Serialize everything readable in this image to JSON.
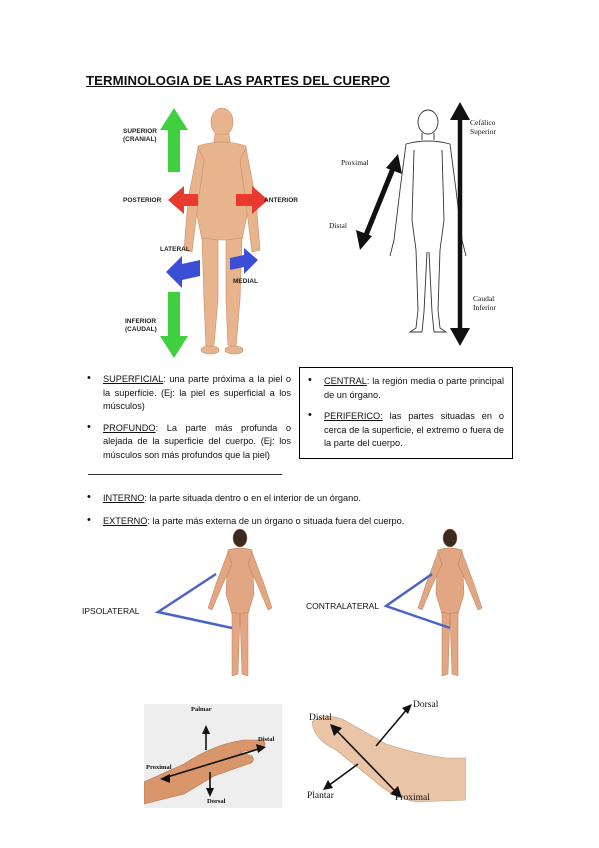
{
  "title": "TERMINOLOGIA DE LAS PARTES DEL CUERPO",
  "figure1": {
    "superior": "SUPERIOR",
    "cranial": "(CRANIAL)",
    "posterior": "POSTERIOR",
    "anterior": "ANTERIOR",
    "lateral": "LATERAL",
    "medial": "MEDIAL",
    "inferior": "INFERIOR",
    "caudal": "(CAUDAL)"
  },
  "figure2": {
    "cefalico": "Cefálico",
    "superior": "Superior",
    "proximal": "Proximal",
    "distal": "Distal",
    "caudal": "Caudal",
    "inferior": "Inferior"
  },
  "left_bullets": [
    {
      "term": "SUPERFICIAL",
      "text": ": una parte próxima a la piel o la superficie. (Ej: la piel es superficial a los músculos)"
    },
    {
      "term": "PROFUNDO",
      "text": ": La parte más profunda o alejada de la superficie del cuerpo. (Ej: los músculos son más profundos que la piel)"
    }
  ],
  "box_bullets": [
    {
      "term": "CENTRAL",
      "text": ": la región media o parte principal de un órgano."
    },
    {
      "term": "PERIFERICO:",
      "text": " las partes situadas en o cerca de la superficie, el extremo o fuera de la parte del cuerpo."
    }
  ],
  "full_bullets": [
    {
      "term": "INTERNO",
      "text": ": la parte situada dentro o en el interior de un órgano."
    },
    {
      "term": "EXTERNO",
      "text": ": la parte más externa de un órgano o situada fuera del cuerpo."
    }
  ],
  "figure3": {
    "ipsolateral": "IPSOLATERAL",
    "contralateral": "CONTRALATERAL"
  },
  "figure4": {
    "palmar": "Palmar",
    "distal": "Distal",
    "proximal": "Proximal",
    "dorsal": "Dorsal"
  },
  "figure5": {
    "dorsal": "Dorsal",
    "distal": "Distal",
    "plantar": "Plantar",
    "proximal": "Proximal"
  },
  "colors": {
    "green": "#3fcf3f",
    "red": "#e83a2f",
    "blue": "#3b4fd6",
    "line_blue": "#4a63c8",
    "skin": "#e8b48d"
  }
}
